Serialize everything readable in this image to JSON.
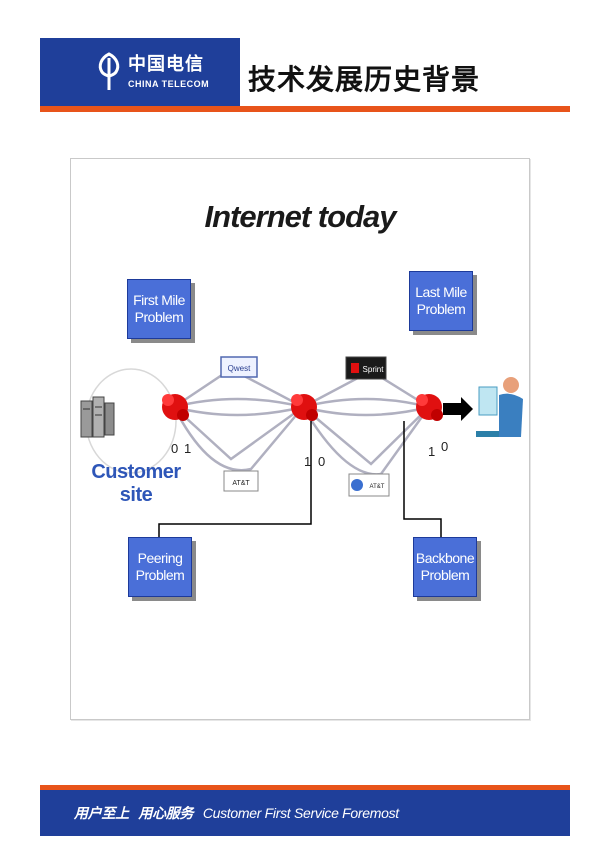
{
  "header": {
    "logo_cn": "中国电信",
    "logo_en": "CHINA TELECOM",
    "title": "技术发展历史背景"
  },
  "slide": {
    "title": "Internet today",
    "boxes": {
      "first_mile": [
        "First Mile",
        "Problem"
      ],
      "last_mile": [
        "Last Mile",
        "Problem"
      ],
      "peering": [
        "Peering",
        "Problem"
      ],
      "backbone": [
        "Backbone",
        "Problem"
      ]
    },
    "customer_site": [
      "Customer",
      "site"
    ],
    "isp_logos": {
      "qwest": "Qwest",
      "sprint": "Sprint",
      "att": "AT&T"
    },
    "port_labels": {
      "left_a": "0",
      "left_b": "1",
      "mid_a": "1",
      "mid_b": "0",
      "right_a": "1",
      "right_b": "0"
    }
  },
  "footer": {
    "cn_a": "用户至上",
    "cn_b": "用心服务",
    "en": "Customer First Service Foremost"
  },
  "colors": {
    "brand_blue": "#1f3f9a",
    "accent_orange": "#e8541a",
    "box_blue": "#4a6fd8",
    "router_red": "#e01010"
  }
}
